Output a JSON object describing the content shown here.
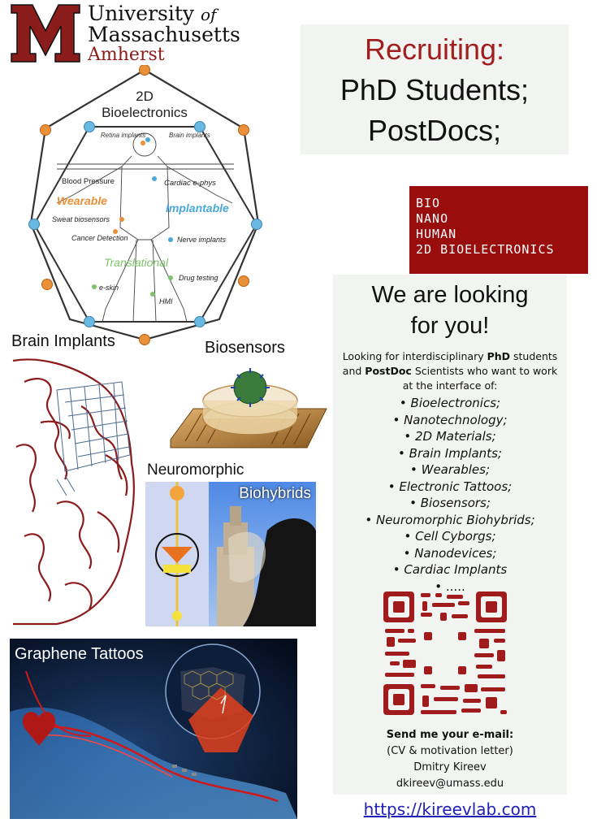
{
  "logo": {
    "line1": "University",
    "line1_of": "of",
    "line2": "Massachusetts",
    "line3": "Amherst",
    "brand_color": "#8a1c1c"
  },
  "recruit": {
    "heading": "Recruiting:",
    "line2": "PhD Students;",
    "line3": "PostDocs;",
    "heading_color": "#a11e1e"
  },
  "tag": {
    "lines": [
      "BIO",
      "NANO",
      "HUMAN",
      "2D BIOELECTRONICS"
    ],
    "bg_color": "#990d0d"
  },
  "diagram": {
    "title_line1": "2D",
    "title_line2": "Bioelectronics",
    "labels": {
      "retina": "Retina implants",
      "brain": "Brain implants",
      "blood_pressure": "Blood Pressure",
      "cardiac": "Cardiac e-phys",
      "wearable": "Wearable",
      "implantable": "Implantable",
      "sweat": "Sweat biosensors",
      "cancer": "Cancer Detection",
      "nerve": "Nerve implants",
      "translational": "Translational",
      "drug": "Drug testing",
      "eskin": "e-skin",
      "hmi": "HMI"
    },
    "colors": {
      "wearable": "#e8903a",
      "implantable": "#4aa8d8",
      "translational": "#7cc46a"
    }
  },
  "sections": {
    "brain": "Brain Implants",
    "biosensors": "Biosensors",
    "neuromorphic": "Neuromorphic",
    "biohybrids": "Biohybrids",
    "tattoos": "Graphene Tattoos"
  },
  "looking": {
    "title_line1": "We are looking",
    "title_line2": "for you!",
    "intro_a": "Looking for interdisciplinary ",
    "intro_phd": "PhD",
    "intro_b": " students and ",
    "intro_postdoc": "PostDoc",
    "intro_c": " Scientists who want to work at the interface of:",
    "topics": [
      "Bioelectronics;",
      "Nanotechnology;",
      "2D Materials;",
      "Brain Implants;",
      "Wearables;",
      "Electronic Tattoos;",
      "Biosensors;",
      "Neuromorphic Biohybrids;",
      "Cell Cyborgs;",
      "Nanodevices;",
      "Cardiac Implants"
    ],
    "more": "....."
  },
  "contact": {
    "head": "Send me your e-mail:",
    "sub": "(CV & motivation letter)",
    "name": "Dmitry Kireev",
    "email": "dkireev@umass.edu",
    "url": "https://kireevlab.com"
  }
}
